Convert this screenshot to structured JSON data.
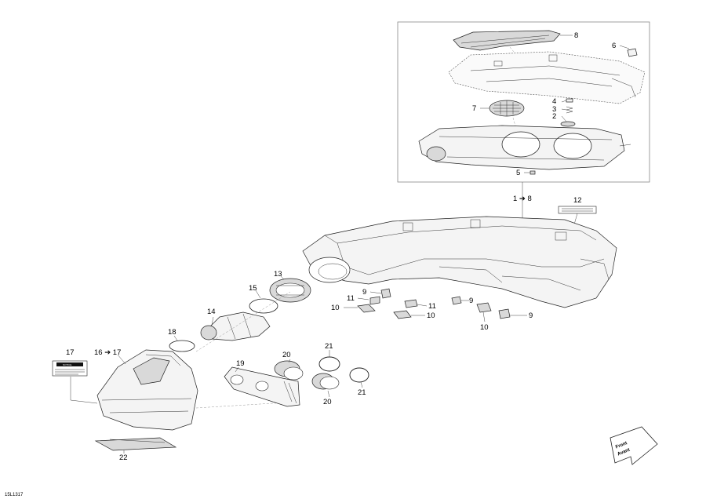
{
  "diagram_code": "15L1317",
  "front_label_1": "Front",
  "front_label_2": "Avant",
  "notice_17": "NOTICE",
  "callouts": {
    "c1_8": "1 ➔ 8",
    "c2": "2",
    "c3": "3",
    "c4": "4",
    "c5": "5",
    "c6": "6",
    "c7": "7",
    "c8": "8",
    "c9a": "9",
    "c9b": "9",
    "c9c": "9",
    "c10a": "10",
    "c10b": "10",
    "c10c": "10",
    "c11a": "11",
    "c11b": "11",
    "c12": "12",
    "c13": "13",
    "c14": "14",
    "c15": "15",
    "c16_17": "16 ➔ 17",
    "c17": "17",
    "c18": "18",
    "c19": "19",
    "c20a": "20",
    "c20b": "20",
    "c21a": "21",
    "c21b": "21",
    "c22": "22"
  }
}
